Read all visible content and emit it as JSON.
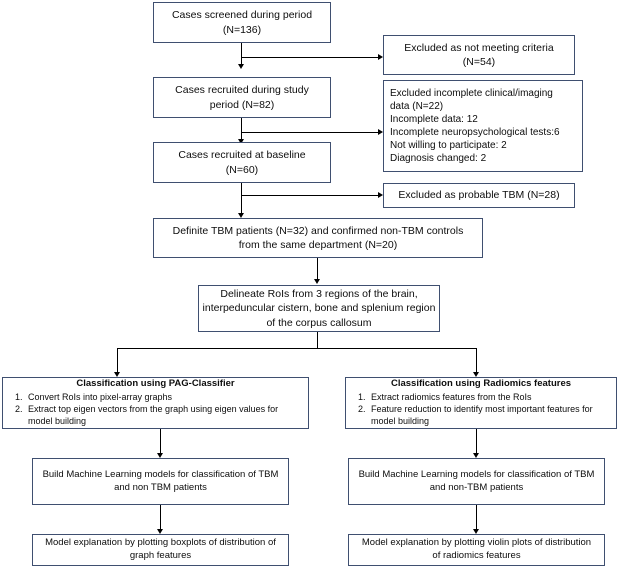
{
  "diagram": {
    "title": "Study flow diagram: TBM patient recruitment, RoI delineation and classification pipelines",
    "border_color": "#3f4f70",
    "connector_color": "#000000",
    "background": "#ffffff"
  },
  "nodes": {
    "screened": {
      "line1": "Cases screened during period",
      "line2": "(N=136)"
    },
    "excluded_criteria": {
      "line1": "Excluded as not meeting criteria",
      "line2": "(N=54)"
    },
    "recruited_study": {
      "line1": "Cases recruited during study",
      "line2": "period (N=82)"
    },
    "excluded_incomplete": {
      "line1": "Excluded incomplete clinical/imaging",
      "line2": "data (N=22)",
      "line3": "Incomplete data: 12",
      "line4": "Incomplete neuropsychological tests:6",
      "line5": "Not willing to participate: 2",
      "line6": "Diagnosis changed: 2"
    },
    "recruited_baseline": {
      "line1": "Cases recruited at baseline",
      "line2": "(N=60)"
    },
    "excluded_probable": {
      "line1": "Excluded as probable TBM (N=28)"
    },
    "definite_tbm": {
      "line1": "Definite TBM patients (N=32) and confirmed non-TBM controls",
      "line2": "from the same department (N=20)"
    },
    "delineate_rois": {
      "line1": "Delineate RoIs from 3 regions of the brain,",
      "line2": "interpeduncular cistern, bone and splenium region",
      "line3": "of the corpus callosum"
    },
    "pag_classifier": {
      "title": "Classification using PAG-Classifier",
      "steps": [
        {
          "num": "1.",
          "text": "Convert RoIs into pixel-array graphs"
        },
        {
          "num": "2.",
          "text": "Extract top eigen vectors from the graph using eigen values for model building"
        }
      ]
    },
    "radiomics_classifier": {
      "title": "Classification using Radiomics features",
      "steps": [
        {
          "num": "1.",
          "text": "Extract radiomics features from the RoIs"
        },
        {
          "num": "2.",
          "text": "Feature reduction to identify most important features for model building"
        }
      ]
    },
    "ml_models_left": {
      "line1": "Build Machine Learning models for classification of TBM",
      "line2": "and non TBM patients"
    },
    "ml_models_right": {
      "line1": "Build Machine Learning models for classification of TBM",
      "line2": "and non-TBM patients"
    },
    "explanation_left": {
      "line1": "Model explanation by plotting boxplots of distribution of",
      "line2": "graph features"
    },
    "explanation_right": {
      "line1": "Model explanation by plotting violin plots of distribution",
      "line2": "of radiomics features"
    }
  }
}
